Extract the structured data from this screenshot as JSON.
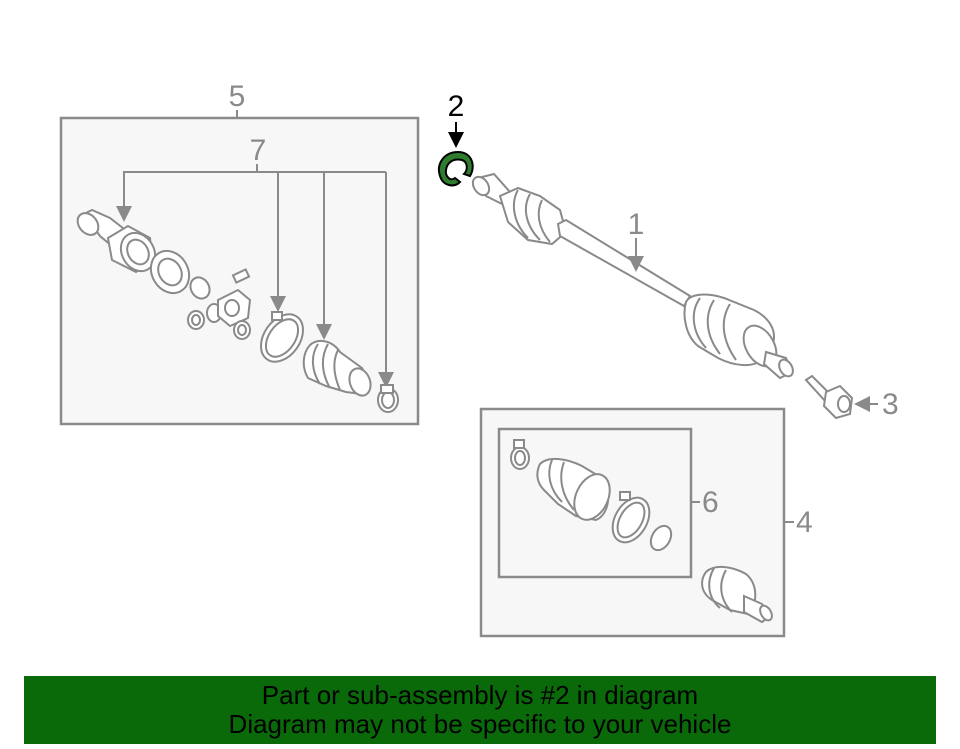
{
  "callouts": {
    "c1": "1",
    "c2": "2",
    "c3": "3",
    "c4": "4",
    "c5": "5",
    "c6": "6",
    "c7": "7"
  },
  "highlight": {
    "part_number": "2",
    "color": "#2e7d2e",
    "label_color": "#000000"
  },
  "colors": {
    "linework": "#8a8a8a",
    "box_fill": "#f7f7f7",
    "banner_bg": "#0a6a0a"
  },
  "banner": {
    "line1": "Part or sub-assembly is #2 in diagram",
    "line2": "Diagram may not be specific to your vehicle"
  }
}
